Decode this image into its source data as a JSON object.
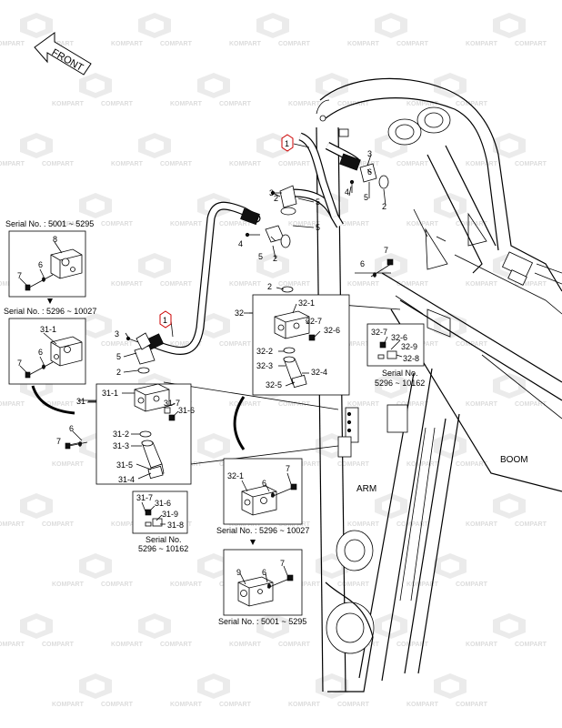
{
  "watermark": {
    "brand_left": "KOMPART",
    "brand_right": "COMPART"
  },
  "front_arrow": {
    "label": "FRONT"
  },
  "labels": {
    "boom": "BOOM",
    "arm": "ARM",
    "hose_ref": "1"
  },
  "insets": {
    "serial_5001_5295_top": "Serial No. : 5001 ~ 5295",
    "serial_5296_10027_left": "Serial No. : 5296 ~ 10027",
    "serial_5296_10162_right_a": "Serial No.",
    "serial_5296_10162_right_b": "5296 ~ 10162",
    "serial_5296_10162_left_a": "Serial No.",
    "serial_5296_10162_left_b": "5296 ~ 10162",
    "serial_5296_10027_bottom": "Serial No. : 5296 ~ 10027",
    "serial_5001_5295_bottom": "Serial No. : 5001 ~ 5295"
  },
  "callouts": {
    "c1": "1",
    "c2": "2",
    "c3": "3",
    "c4": "4",
    "c5": "5",
    "c6": "6",
    "c7": "7",
    "c8": "8",
    "c9": "9",
    "c31": "31",
    "c32": "32",
    "c31_1": "31-1",
    "c31_2": "31-2",
    "c31_3": "31-3",
    "c31_4": "31-4",
    "c31_5": "31-5",
    "c31_6": "31-6",
    "c31_7": "31-7",
    "c31_8": "31-8",
    "c31_9": "31-9",
    "c32_1": "32-1",
    "c32_2": "32-2",
    "c32_3": "32-3",
    "c32_4": "32-4",
    "c32_5": "32-5",
    "c32_6": "32-6",
    "c32_7": "32-7",
    "c32_8": "32-8",
    "c32_9": "32-9"
  }
}
